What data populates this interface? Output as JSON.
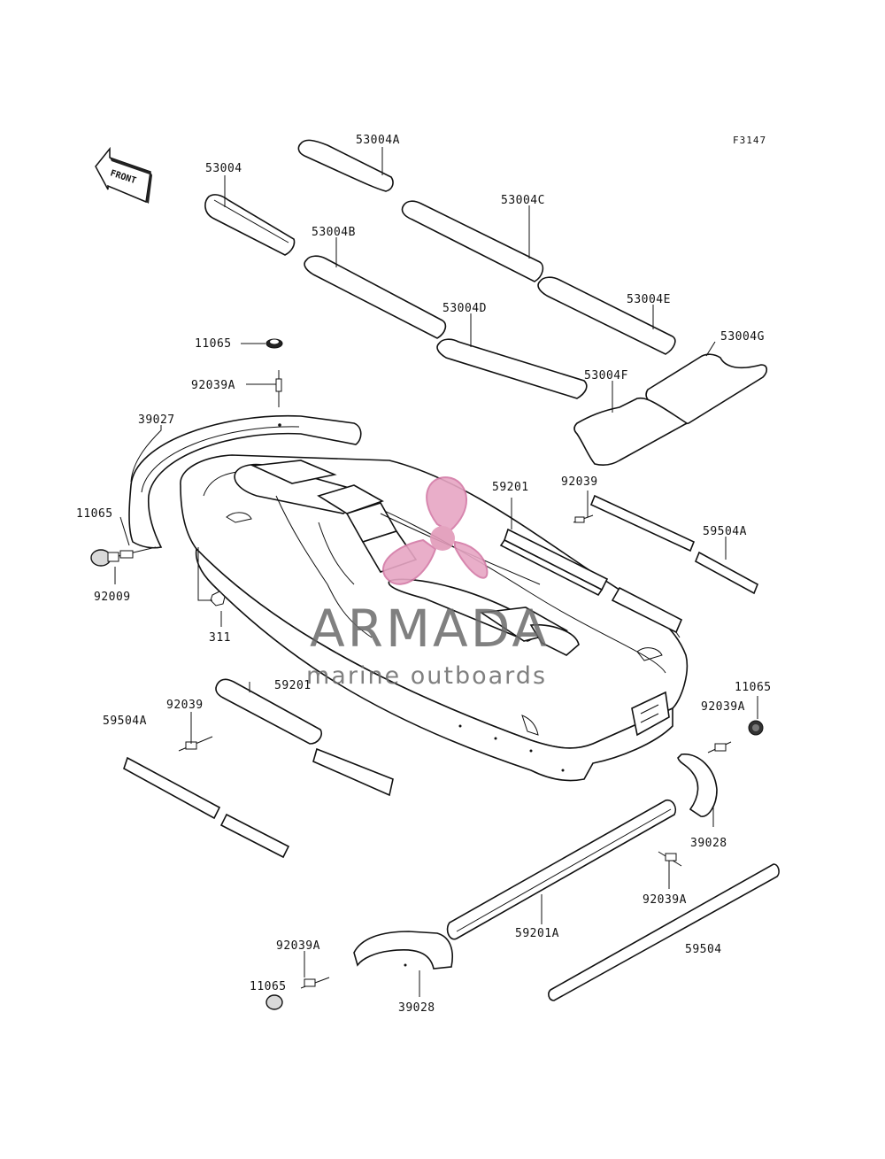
{
  "figure": {
    "id": "F3147",
    "front_label": "FRONT"
  },
  "watermark": {
    "title": "ARMADA",
    "subtitle": "marine outboards",
    "logo_color": "#e7a6c4"
  },
  "labels": {
    "l53004A": "53004A",
    "l53004": "53004",
    "l53004C": "53004C",
    "l53004B": "53004B",
    "l53004E": "53004E",
    "l53004G": "53004G",
    "l53004D": "53004D",
    "l53004F": "53004F",
    "l11065_top": "11065",
    "l92039A_top": "92039A",
    "l39027": "39027",
    "l11065_left": "11065",
    "l92009": "92009",
    "l311": "311",
    "l59201_right": "59201",
    "l92039_right": "92039",
    "l59504A_right": "59504A",
    "l59201_left": "59201",
    "l92039_left": "92039",
    "l59504A_left": "59504A",
    "l11065_right": "11065",
    "l92039A_right": "92039A",
    "l39028_right": "39028",
    "l92039A_lower": "92039A",
    "l59201A": "59201A",
    "l59504": "59504",
    "l92039A_bottom": "92039A",
    "l11065_bottom": "11065",
    "l39028_bottom": "39028"
  }
}
